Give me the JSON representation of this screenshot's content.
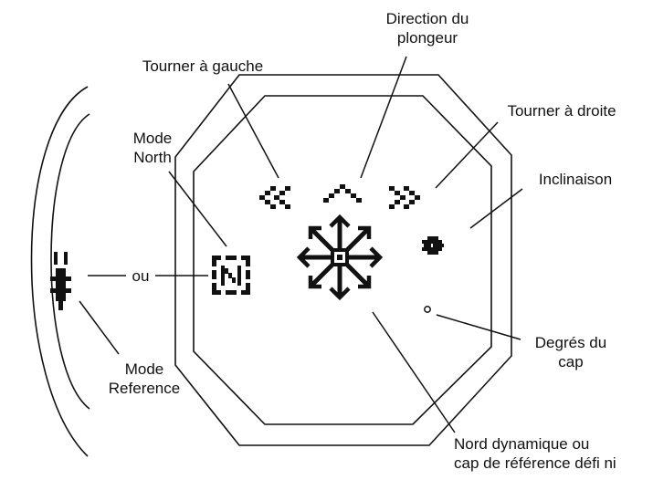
{
  "labels": {
    "diver_direction": "Direction du\nplongeur",
    "turn_left": "Tourner à gauche",
    "turn_right": "Tourner à droite",
    "north_mode": "Mode\nNorth",
    "tilt": "Inclinaison",
    "or": "ou",
    "heading_degrees": "Degrés du\ncap",
    "reference_mode": "Mode\nReference",
    "dynamic_north": "Nord dynamique ou\ncap de référence défi ni"
  },
  "display": {
    "north_indicator_letter": "N"
  },
  "colors": {
    "ink": "#111111",
    "background": "#ffffff"
  }
}
